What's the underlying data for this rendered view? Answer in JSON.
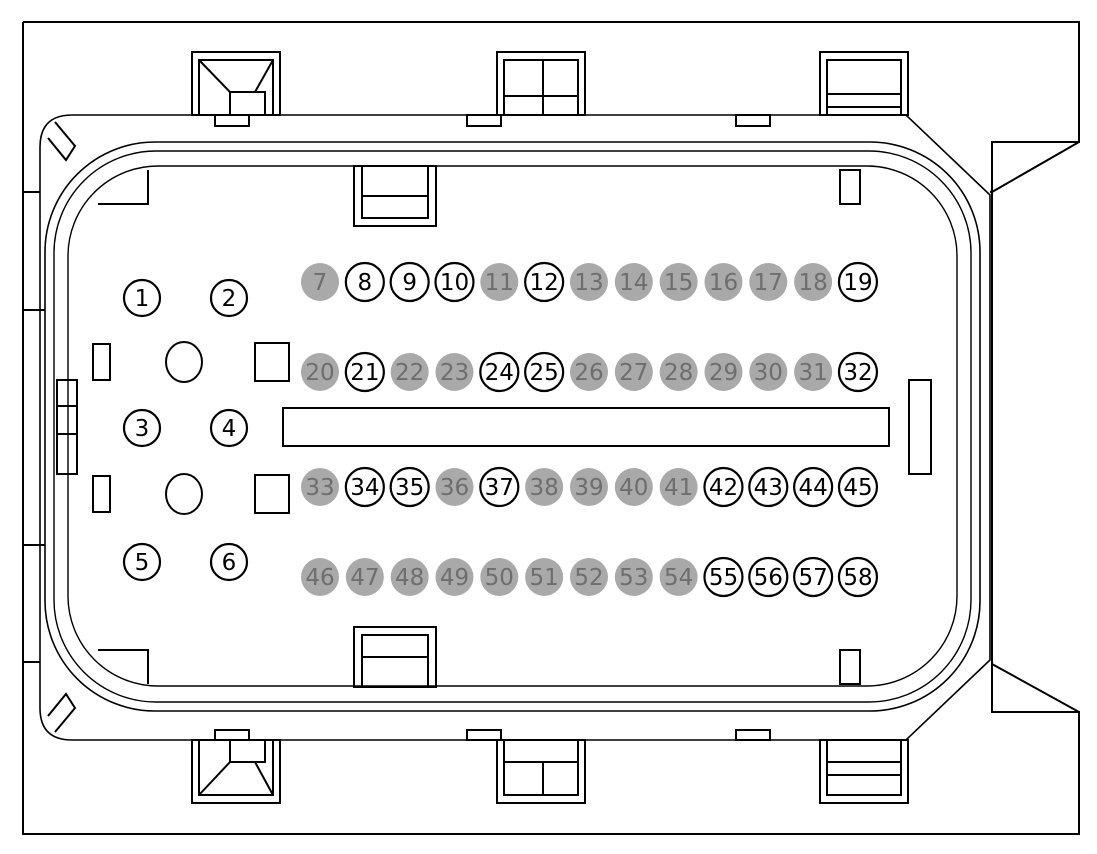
{
  "colors": {
    "line": "#000000",
    "populated_outline": "#000000",
    "unpopulated_fill": "#a9a9a9",
    "unpopulated_text": "#6e6e6e",
    "background": "#ffffff"
  },
  "power_pins": [
    "1",
    "2",
    "3",
    "4",
    "5",
    "6"
  ],
  "signal_rows": [
    {
      "pins": [
        "7",
        "8",
        "9",
        "10",
        "11",
        "12",
        "13",
        "14",
        "15",
        "16",
        "17",
        "18",
        "19"
      ],
      "populated": [
        false,
        true,
        true,
        true,
        false,
        true,
        false,
        false,
        false,
        false,
        false,
        false,
        true
      ]
    },
    {
      "pins": [
        "20",
        "21",
        "22",
        "23",
        "24",
        "25",
        "26",
        "27",
        "28",
        "29",
        "30",
        "31",
        "32"
      ],
      "populated": [
        false,
        true,
        false,
        false,
        true,
        true,
        false,
        false,
        false,
        false,
        false,
        false,
        true
      ]
    },
    {
      "pins": [
        "33",
        "34",
        "35",
        "36",
        "37",
        "38",
        "39",
        "40",
        "41",
        "42",
        "43",
        "44",
        "45"
      ],
      "populated": [
        false,
        true,
        true,
        false,
        true,
        false,
        false,
        false,
        false,
        true,
        true,
        true,
        true
      ]
    },
    {
      "pins": [
        "46",
        "47",
        "48",
        "49",
        "50",
        "51",
        "52",
        "53",
        "54",
        "55",
        "56",
        "57",
        "58"
      ],
      "populated": [
        false,
        false,
        false,
        false,
        false,
        false,
        false,
        false,
        false,
        true,
        true,
        true,
        true
      ]
    }
  ]
}
